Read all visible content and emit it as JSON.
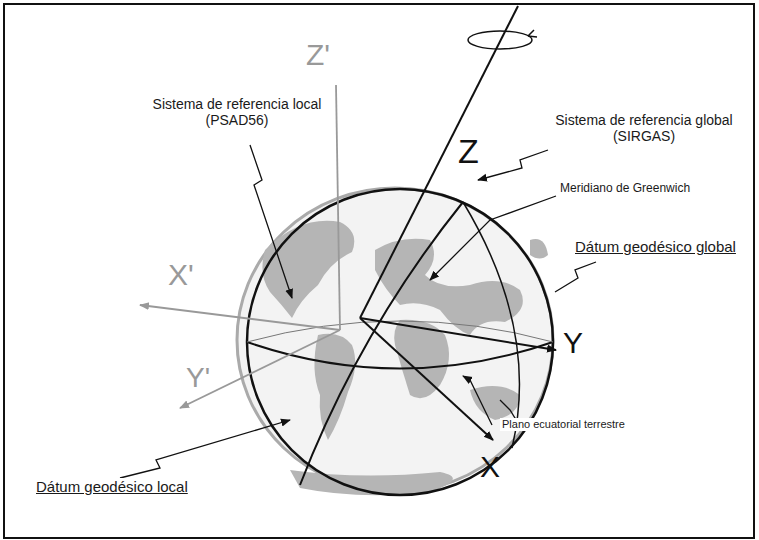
{
  "diagram": {
    "labels": [
      "Z'",
      "Sistema de referencia local (PSAD56)",
      "Z",
      "Sistema de referencia global (SIRGAS)",
      "Meridiano de Greenwich",
      "Dátum geodésico global",
      "X'",
      "Y",
      "Y'",
      "Plano ecuatorial terrestre",
      "X",
      "Dátum geodésico local"
    ]
  }
}
